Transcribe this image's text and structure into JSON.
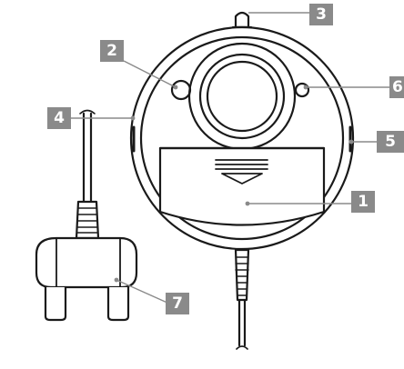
{
  "callouts": [
    {
      "label": "1"
    },
    {
      "label": "2"
    },
    {
      "label": "3"
    },
    {
      "label": "4"
    },
    {
      "label": "5"
    },
    {
      "label": "6"
    },
    {
      "label": "7"
    }
  ],
  "colors": {
    "outline": "#1a1a1a",
    "callout_fill": "#8a8a8a",
    "callout_text": "#ffffff",
    "background": "#ffffff"
  }
}
